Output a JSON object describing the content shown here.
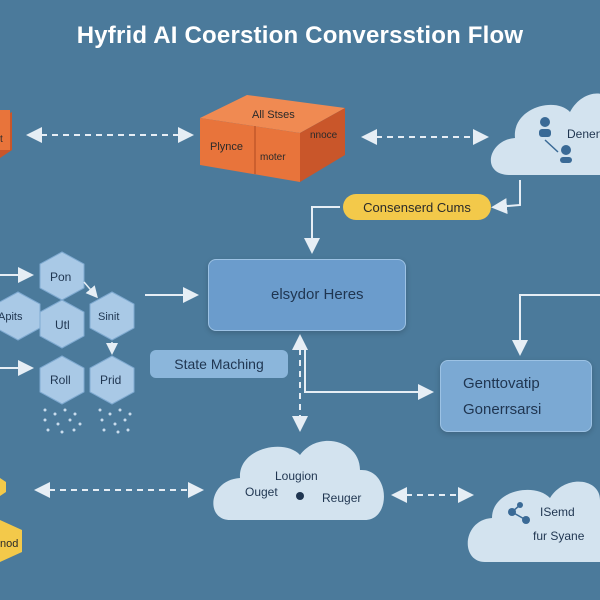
{
  "title": "Hyfrid AI Coerstion Conversstion Flow",
  "colors": {
    "background": "#4b7a9b",
    "orange": "#e8743b",
    "yellow": "#f3c94a",
    "cloud": "#d3e3ef",
    "box": "#6b9ccc",
    "hexagon": "#a9c9e6",
    "arrow": "#e6eef5"
  },
  "cube": {
    "top": "All Stses",
    "left": "Plynce",
    "mid": "moter",
    "right": "nnoce"
  },
  "cloud_top_right": {
    "label": "Denene"
  },
  "pill": {
    "label": "Consenserd Cums"
  },
  "central_box": {
    "label": "elsydor Heres",
    "icon": "hexagon-outline-icon"
  },
  "hex_cluster": {
    "items": [
      "Pon",
      "Apits",
      "Utl",
      "Sinit",
      "Roll",
      "Prid"
    ]
  },
  "state_tag": {
    "label": "State Maching"
  },
  "gen_box": {
    "line1": "Genttovatip",
    "line2": "Gonerrsarsi",
    "icon": "hexagon-outline-icon"
  },
  "cloud_bottom": {
    "line1": "Lougion",
    "line2": "Ouget",
    "line3": "Reuger"
  },
  "cloud_bottom_right": {
    "line1": "ISemd",
    "line2": "fur Syane"
  },
  "yellow_hex": {
    "label": "nod"
  }
}
